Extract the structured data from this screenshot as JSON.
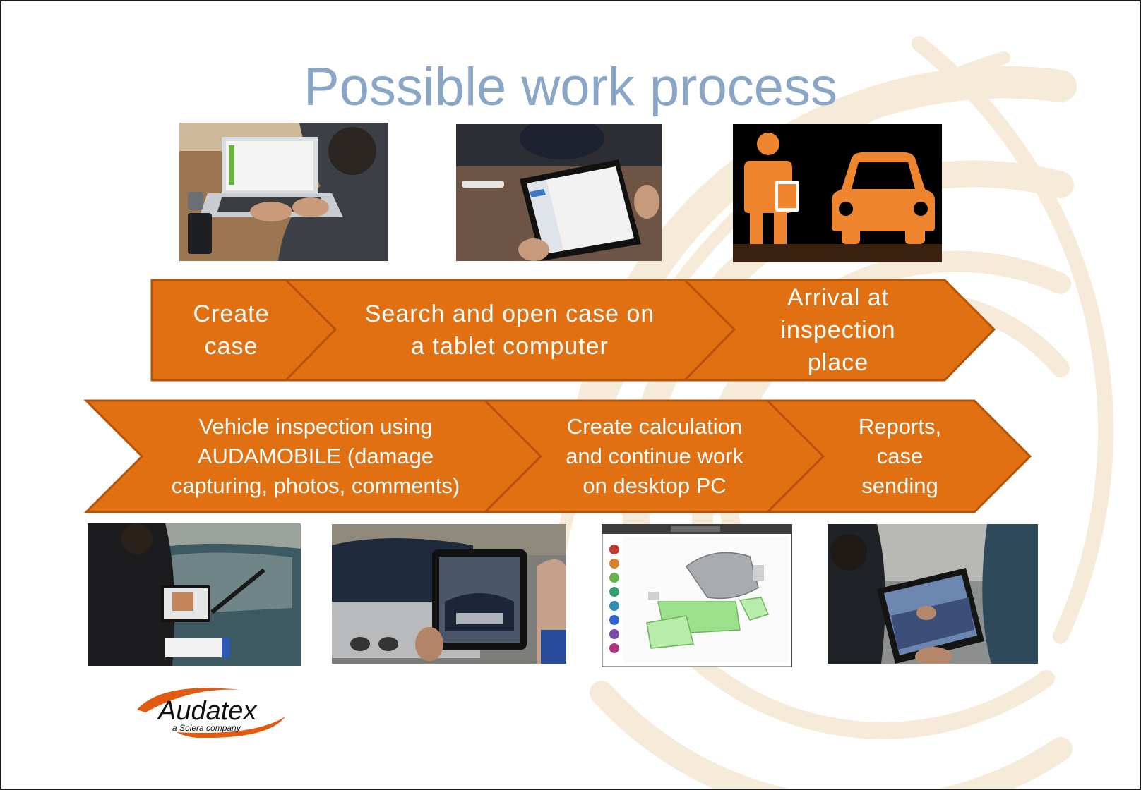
{
  "slide": {
    "title": "Possible work process"
  },
  "colors": {
    "arrow_fill": "#e07012",
    "arrow_border": "#b65309",
    "title": "#8aa6c6",
    "icon_orange": "#f0852f",
    "swirl": "#f6ead9"
  },
  "process": {
    "row1": [
      {
        "label": "Create\ncase"
      },
      {
        "label": "Search and open case on\na tablet computer"
      },
      {
        "label": "Arrival at\ninspection\nplace"
      }
    ],
    "row2": [
      {
        "label": "Vehicle inspection using\nAUDAMOBILE (damage\ncapturing, photos, comments)"
      },
      {
        "label": "Create calculation\nand continue work\non desktop PC"
      },
      {
        "label": "Reports,\ncase\nsending"
      }
    ]
  },
  "photos": {
    "top": [
      "laptop-photo",
      "tablet-meeting-photo",
      "inspector-car-icon"
    ],
    "bottom": [
      "car-inspection-photo",
      "tablet-photo-capture-photo",
      "desktop-calculation-screenshot",
      "tablet-report-photo"
    ]
  },
  "logo": {
    "name": "Audatex",
    "tagline": "a Solera company"
  }
}
